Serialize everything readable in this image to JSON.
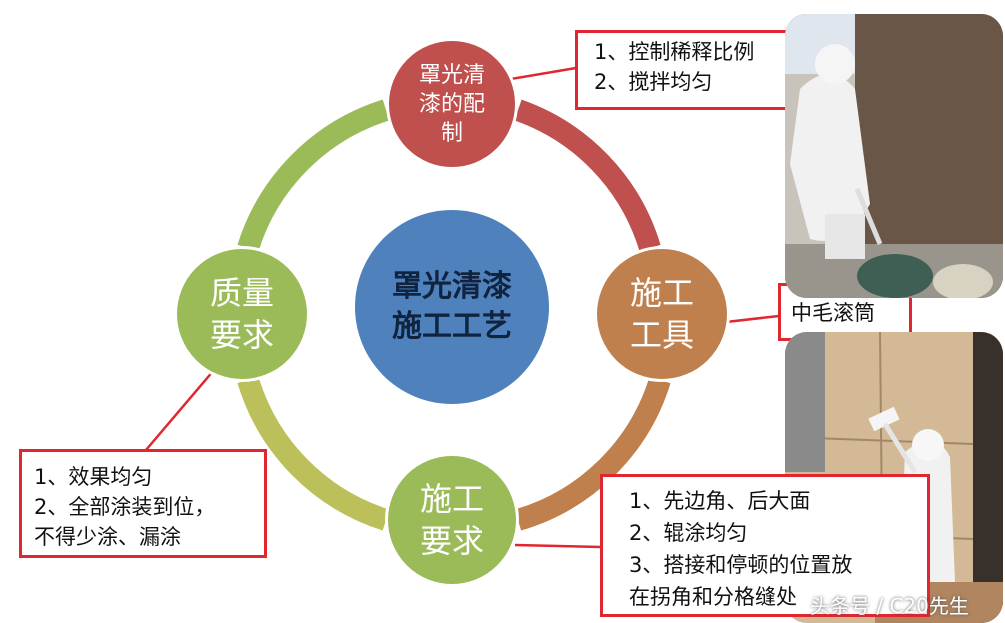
{
  "center": {
    "label": "罩光清漆\n施工工艺",
    "color": "#4f81bd"
  },
  "nodes": {
    "top": {
      "label": "罩光清\n漆的配\n制",
      "color": "#c0504d"
    },
    "right": {
      "label": "施工\n工具",
      "color": "#c0804d"
    },
    "bottom": {
      "label": "施工\n要求",
      "color": "#9bbb59"
    },
    "left": {
      "label": "质量\n要求",
      "color": "#9bbb59"
    }
  },
  "callouts": {
    "top": [
      "1、控制稀释比例",
      "2、搅拌均匀"
    ],
    "right": [
      "中毛滚筒"
    ],
    "left": [
      "1、效果均匀",
      "2、全部涂装到位，",
      "不得少涂、漏涂"
    ],
    "bottom": [
      "1、先边角、后大面",
      "2、辊涂均匀",
      "3、搭接和停顿的位置放",
      "在拐角和分格缝处"
    ]
  },
  "watermark": "头条号 / C20先生",
  "accent_color": "#e0262f"
}
